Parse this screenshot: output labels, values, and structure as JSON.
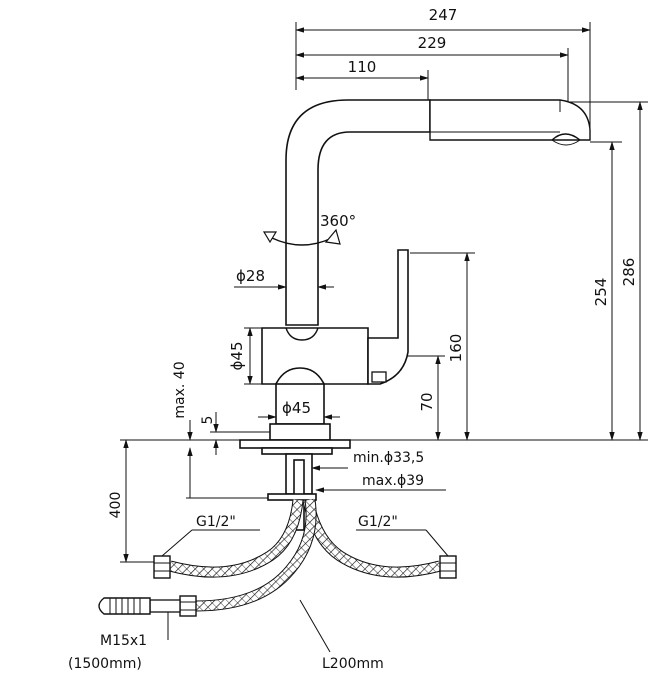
{
  "dimensions": {
    "total_reach": "247",
    "spout_reach": "229",
    "head_length": "110",
    "total_height": "286",
    "spout_height": "254",
    "lever_height": "160",
    "outlet_height": "70",
    "rotation": "360°",
    "tube_diameter": "ϕ28",
    "body_diameter": "ϕ45",
    "base_diameter": "ϕ45",
    "deck_max": "max. 40",
    "base_offset": "5",
    "hole_min": "min.ϕ33,5",
    "hole_max": "max.ϕ39",
    "hose_length_400": "400",
    "thread_left": "G1/2\"",
    "thread_right": "G1/2\"",
    "pullout_thread": "M15x1",
    "pullout_length": "(1500mm)",
    "hose_length_L": "L200mm"
  },
  "colors": {
    "line": "#111111",
    "background": "#ffffff"
  }
}
